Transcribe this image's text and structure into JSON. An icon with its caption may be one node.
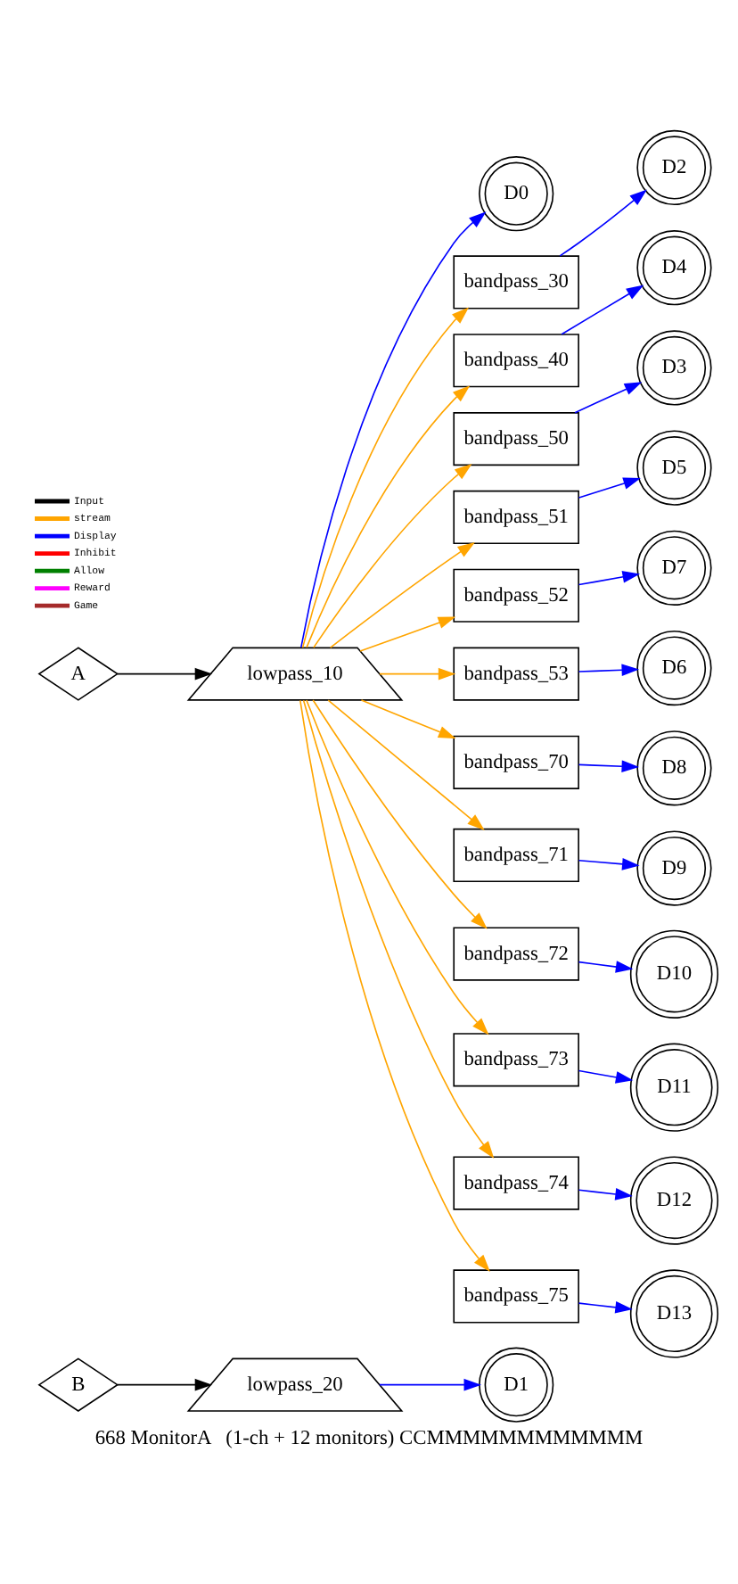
{
  "diagram": {
    "caption": "668 MonitorA   (1-ch + 12 monitors) CCMMMMMMMMMMMM",
    "nodes": [
      {
        "text": [
          "B"
        ]
      },
      {
        "text": [
          "lowpass_20"
        ]
      },
      {
        "text": [
          "D1"
        ]
      },
      {
        "text": [
          "A"
        ]
      },
      {
        "text": [
          "lowpass_10"
        ]
      },
      {
        "text": [
          "D0"
        ]
      },
      {
        "text": [
          "bandpass_30"
        ]
      },
      {
        "text": [
          "D2"
        ]
      },
      {
        "text": [
          "bandpass_40"
        ]
      },
      {
        "text": [
          "D4"
        ]
      },
      {
        "text": [
          "bandpass_50"
        ]
      },
      {
        "text": [
          "D3"
        ]
      },
      {
        "text": [
          "bandpass_51"
        ]
      },
      {
        "text": [
          "D5"
        ]
      },
      {
        "text": [
          "bandpass_52"
        ]
      },
      {
        "text": [
          "D7"
        ]
      },
      {
        "text": [
          "bandpass_53"
        ]
      },
      {
        "text": [
          "D6"
        ]
      },
      {
        "text": [
          "bandpass_70"
        ]
      },
      {
        "text": [
          "D8"
        ]
      },
      {
        "text": [
          "bandpass_71"
        ]
      },
      {
        "text": [
          "D9"
        ]
      },
      {
        "text": [
          "bandpass_72"
        ]
      },
      {
        "text": [
          "D10"
        ]
      },
      {
        "text": [
          "bandpass_73"
        ]
      },
      {
        "text": [
          "D11"
        ]
      },
      {
        "text": [
          "bandpass_74"
        ]
      },
      {
        "text": [
          "D12"
        ]
      },
      {
        "text": [
          "bandpass_75"
        ]
      },
      {
        "text": [
          "D13"
        ]
      }
    ],
    "edges": [
      {
        "from": 0,
        "to": 1,
        "arrow": "to",
        "color": "#000000"
      },
      {
        "from": 1,
        "to": 2,
        "arrow": "to",
        "color": "#0000ff"
      },
      {
        "from": 3,
        "to": 4,
        "arrow": "to",
        "color": "#000000"
      },
      {
        "from": 4,
        "to": 5,
        "arrow": "to",
        "color": "#0000ff"
      },
      {
        "from": 4,
        "to": 6,
        "arrow": "to",
        "color": "#ffa500"
      },
      {
        "from": 4,
        "to": 8,
        "arrow": "to",
        "color": "#ffa500"
      },
      {
        "from": 4,
        "to": 10,
        "arrow": "to",
        "color": "#ffa500"
      },
      {
        "from": 4,
        "to": 12,
        "arrow": "to",
        "color": "#ffa500"
      },
      {
        "from": 4,
        "to": 14,
        "arrow": "to",
        "color": "#ffa500"
      },
      {
        "from": 4,
        "to": 16,
        "arrow": "to",
        "color": "#ffa500"
      },
      {
        "from": 4,
        "to": 18,
        "arrow": "to",
        "color": "#ffa500"
      },
      {
        "from": 4,
        "to": 20,
        "arrow": "to",
        "color": "#ffa500"
      },
      {
        "from": 4,
        "to": 22,
        "arrow": "to",
        "color": "#ffa500"
      },
      {
        "from": 4,
        "to": 24,
        "arrow": "to",
        "color": "#ffa500"
      },
      {
        "from": 4,
        "to": 26,
        "arrow": "to",
        "color": "#ffa500"
      },
      {
        "from": 4,
        "to": 28,
        "arrow": "to",
        "color": "#ffa500"
      },
      {
        "from": 6,
        "to": 7,
        "arrow": "to",
        "color": "#0000ff"
      },
      {
        "from": 8,
        "to": 9,
        "arrow": "to",
        "color": "#0000ff"
      },
      {
        "from": 10,
        "to": 11,
        "arrow": "to",
        "color": "#0000ff"
      },
      {
        "from": 12,
        "to": 13,
        "arrow": "to",
        "color": "#0000ff"
      },
      {
        "from": 14,
        "to": 15,
        "arrow": "to",
        "color": "#0000ff"
      },
      {
        "from": 16,
        "to": 17,
        "arrow": "to",
        "color": "#0000ff"
      },
      {
        "from": 18,
        "to": 19,
        "arrow": "to",
        "color": "#0000ff"
      },
      {
        "from": 20,
        "to": 21,
        "arrow": "to",
        "color": "#0000ff"
      },
      {
        "from": 22,
        "to": 23,
        "arrow": "to",
        "color": "#0000ff"
      },
      {
        "from": 24,
        "to": 25,
        "arrow": "to",
        "color": "#0000ff"
      },
      {
        "from": 26,
        "to": 27,
        "arrow": "to",
        "color": "#0000ff"
      },
      {
        "from": 28,
        "to": 29,
        "arrow": "to",
        "color": "#0000ff"
      }
    ],
    "legend": [
      {
        "text": "Input",
        "color": "#000000"
      },
      {
        "text": "stream",
        "color": "#ffa500"
      },
      {
        "text": "Display",
        "color": "#0000ff"
      },
      {
        "text": "Inhibit",
        "color": "#ff0000"
      },
      {
        "text": "Allow",
        "color": "#008000"
      },
      {
        "text": "Reward",
        "color": "#ff00ff"
      },
      {
        "text": "Game",
        "color": "#a52a2a"
      }
    ]
  }
}
